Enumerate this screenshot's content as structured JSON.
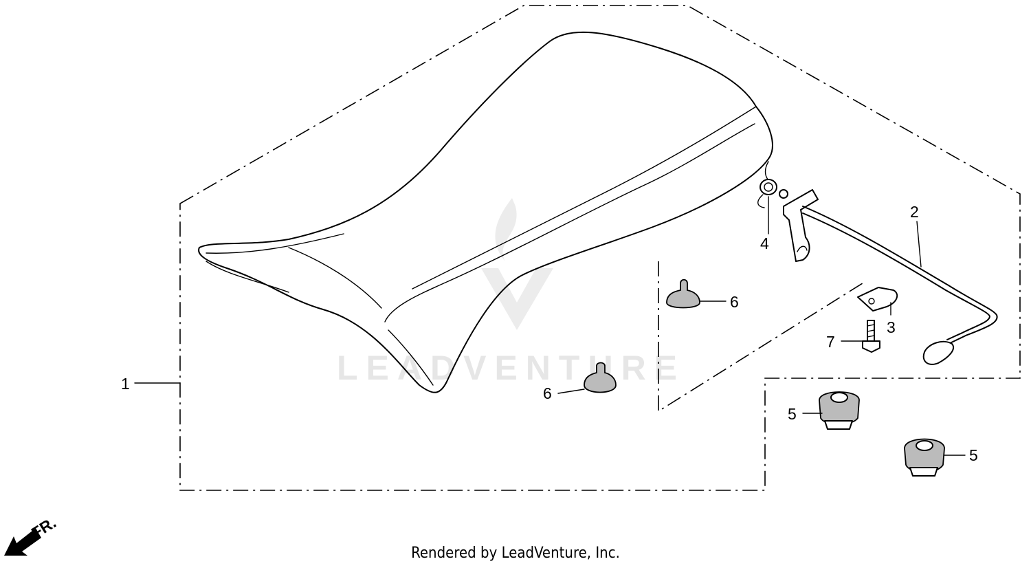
{
  "watermark": {
    "text": "LEADVENTURE"
  },
  "callouts": [
    {
      "id": "1",
      "label": "1"
    },
    {
      "id": "2",
      "label": "2"
    },
    {
      "id": "3",
      "label": "3"
    },
    {
      "id": "4",
      "label": "4"
    },
    {
      "id": "5a",
      "label": "5"
    },
    {
      "id": "5b",
      "label": "5"
    },
    {
      "id": "6a",
      "label": "6"
    },
    {
      "id": "6b",
      "label": "6"
    },
    {
      "id": "7",
      "label": "7"
    }
  ],
  "front_indicator": {
    "label": "FR.",
    "icon": "front-arrow-icon"
  },
  "credit": "Rendered by LeadVenture, Inc."
}
